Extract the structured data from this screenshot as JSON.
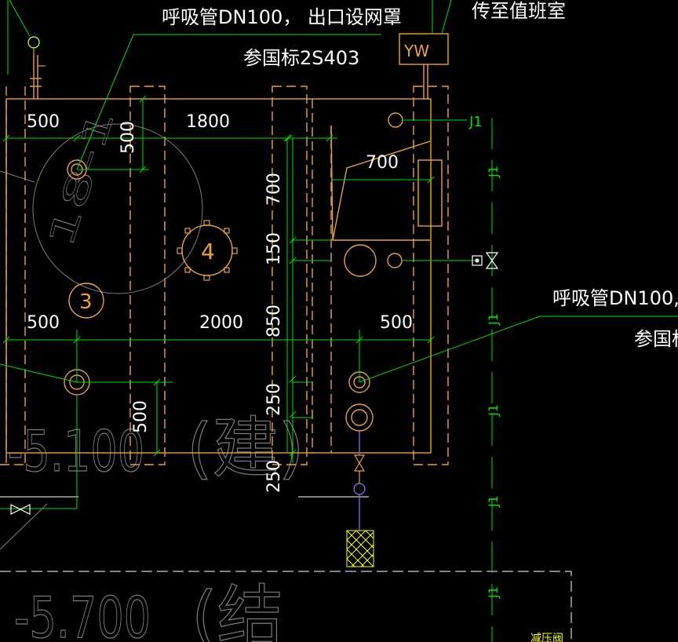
{
  "colors": {
    "background": "#000000",
    "wall": "#e9a33a",
    "dim": "#00e000",
    "white": "#ffffff",
    "grey": "#7c7c7c",
    "purple": "#9a6cff",
    "yellow": "#ffff00",
    "lime": "#a8ff2a"
  },
  "notes": {
    "top_vent": "呼吸管DN100， 出口设网罩",
    "top_ref": "参国标2S403",
    "duty_room": "传至值班室",
    "yw": "YW",
    "right_vent": "呼吸管DN100,",
    "right_ref": "参国标",
    "bottom_right": "减压阀"
  },
  "dims": {
    "d500a": "500",
    "d1800": "1800",
    "d500v": "500",
    "d700": "700",
    "d700v": "700",
    "d150": "150",
    "d500b": "500",
    "d2000": "2000",
    "d850": "850",
    "d500c": "500",
    "d250a": "250",
    "d500d": "500",
    "d250b": "250"
  },
  "tags": {
    "circle4": "4",
    "circle3": "3",
    "j1_top": "J1",
    "j1_labels": [
      "J1",
      "J1",
      "J1",
      "J1",
      "J1"
    ]
  },
  "watermarks": {
    "w18": "18-1",
    "elev1": "-5.100",
    "jian": "(建)",
    "elev2": "-5.700",
    "jie": "(结"
  }
}
